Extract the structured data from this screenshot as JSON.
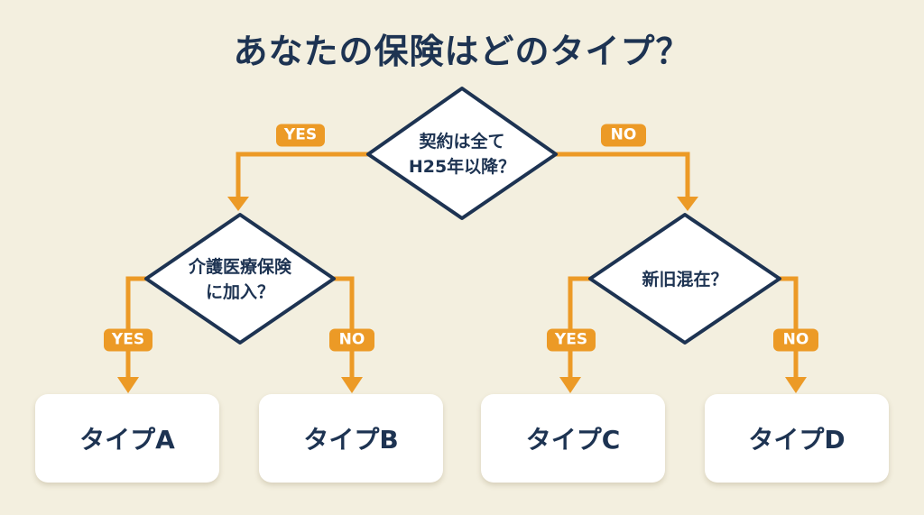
{
  "title": "あなたの保険はどのタイプ？",
  "colors": {
    "background": "#f3efdf",
    "accent": "#ec9a26",
    "navy": "#1d3352",
    "box": "#ffffff"
  },
  "questions": {
    "root": {
      "line1": "契約は全て",
      "line2": "H25年以降？"
    },
    "left": {
      "line1": "介護医療保険",
      "line2": "に加入？"
    },
    "right": {
      "line1": "新旧混在？"
    }
  },
  "labels": {
    "root_yes": "YES",
    "root_no": "NO",
    "left_yes": "YES",
    "left_no": "NO",
    "right_yes": "YES",
    "right_no": "NO"
  },
  "results": [
    {
      "label": "タイプA"
    },
    {
      "label": "タイプB"
    },
    {
      "label": "タイプC"
    },
    {
      "label": "タイプD"
    }
  ]
}
